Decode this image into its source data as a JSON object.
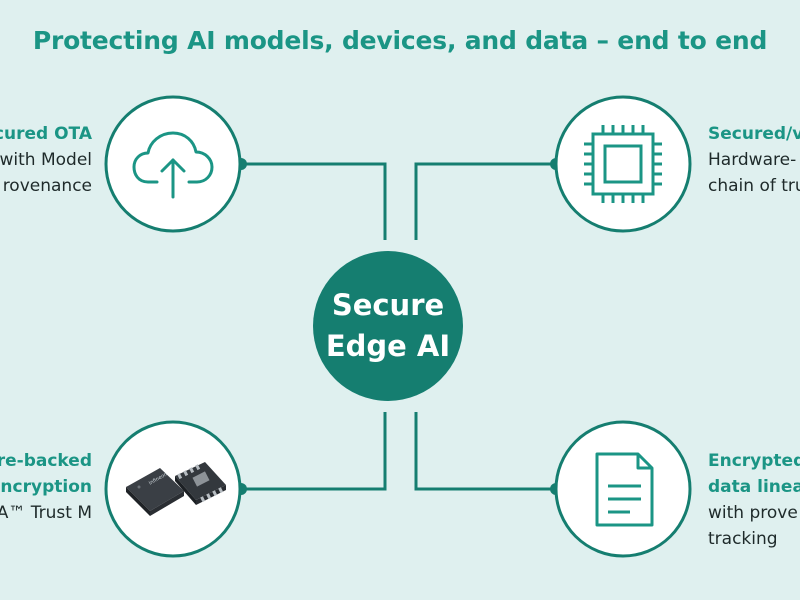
{
  "title": "Protecting AI models, devices, and data – end to end",
  "hub": {
    "line1": "Secure",
    "line2": "Edge AI"
  },
  "nodes": {
    "top_left": {
      "icon": "cloud-upload-icon",
      "heading": "ecured OTA",
      "lines": [
        "with Model",
        "rovenance"
      ]
    },
    "top_right": {
      "icon": "chip-icon",
      "heading": "Secured/v",
      "lines": [
        "Hardware-",
        "chain of tru"
      ]
    },
    "bottom_left": {
      "icon": "security-chips-image",
      "heading_lines": [
        "re-backed",
        "encryption"
      ],
      "lines": [
        "A™ Trust M"
      ],
      "chip_brand": "Infineon"
    },
    "bottom_right": {
      "icon": "document-icon",
      "heading_lines": [
        "Encrypted",
        "data lineag"
      ],
      "lines": [
        "with prove",
        "tracking"
      ]
    }
  },
  "colors": {
    "background": "#dff0ef",
    "accent": "#1b9585",
    "hub": "#157e70",
    "text": "#1e2a2a"
  }
}
